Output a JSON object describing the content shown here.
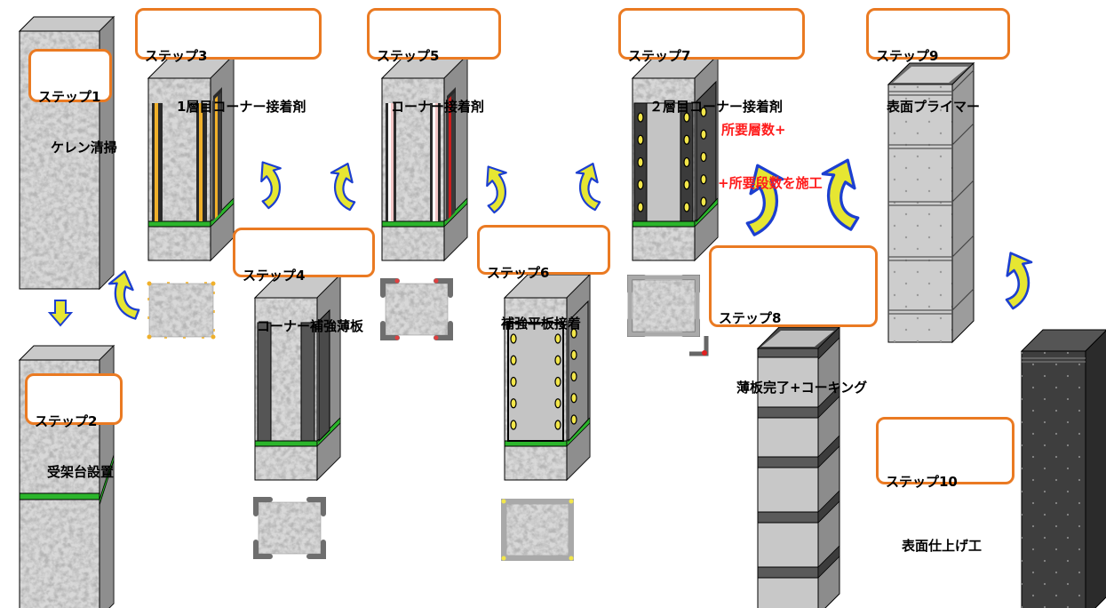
{
  "colors": {
    "label_border": "#ea7a22",
    "note_text": "#ff1a1a",
    "arrow_fill": "#e6e632",
    "arrow_stroke": "#1c3fd0",
    "bond_line": "#2bb52b",
    "adhesive_yellow": "#f0b02a",
    "adhesive_red": "#cc1e1e"
  },
  "steps": [
    {
      "line1": "ステップ1",
      "line2": "ケレン清掃"
    },
    {
      "line1": "ステップ2",
      "line2": "受架台設置"
    },
    {
      "line1": "ステップ3",
      "line2": "1層目コーナー接着剤"
    },
    {
      "line1": "ステップ4",
      "line2": "コーナー補強薄板"
    },
    {
      "line1": "ステップ5",
      "line2": "コーナー接着剤"
    },
    {
      "line1": "ステップ6",
      "line2": "補強平板接着"
    },
    {
      "line1": "ステップ7",
      "line2": "２層目コーナー接着剤"
    },
    {
      "line1": "ステップ8",
      "line2": "薄板完了+コーキング"
    },
    {
      "line1": "ステップ9",
      "line2": "表面プライマー"
    },
    {
      "line1": "ステップ10",
      "line2": "表面仕上げ工"
    }
  ],
  "note": {
    "line1": "所要層数+",
    "line2": "+所要段数を施工"
  }
}
